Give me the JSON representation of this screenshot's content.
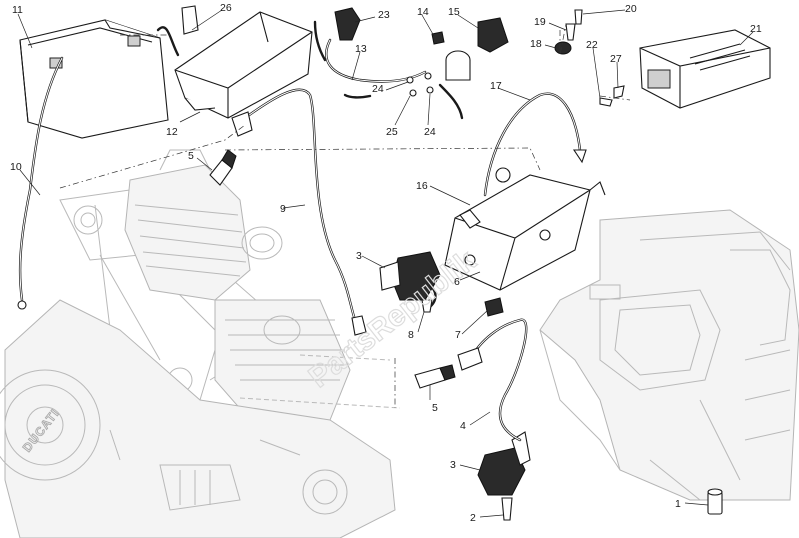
{
  "watermark": "PartsRepublik",
  "engine_brand": "DUCATI",
  "callouts": {
    "c1": "1",
    "c2": "2",
    "c3a": "3",
    "c3b": "3",
    "c4": "4",
    "c5a": "5",
    "c5b": "5",
    "c6": "6",
    "c7": "7",
    "c8": "8",
    "c9": "9",
    "c10": "10",
    "c11": "11",
    "c12": "12",
    "c13": "13",
    "c14": "14",
    "c15": "15",
    "c16": "16",
    "c17": "17",
    "c18": "18",
    "c19": "19",
    "c20": "20",
    "c21": "21",
    "c22": "22",
    "c23": "23",
    "c24a": "24",
    "c24b": "24",
    "c25": "25",
    "c26": "26",
    "c27": "27"
  }
}
